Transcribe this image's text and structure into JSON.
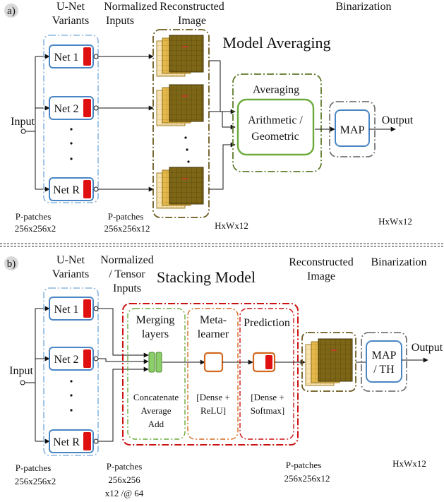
{
  "panel_a": {
    "label": "a)",
    "col_unet": [
      "U-Net",
      "Variants"
    ],
    "col_norm": [
      "Normalized",
      "Inputs"
    ],
    "col_recon": [
      "Reconstructed",
      "Image"
    ],
    "col_bin": "Binarization",
    "title": "Model Averaging",
    "input_label": "Input",
    "nets": [
      "Net 1",
      "Net 2",
      "Net R"
    ],
    "averaging_label": "Averaging",
    "method": [
      "Arithmetic /",
      "Geometric"
    ],
    "map_label": "MAP",
    "output_label": "Output",
    "ppatch_in": [
      "P-patches",
      "256x256x2"
    ],
    "ppatch_norm": [
      "P-patches",
      "256x256x12"
    ],
    "hwx_mid": "HxWx12",
    "hwx_right": "HxWx12"
  },
  "panel_b": {
    "label": "b)",
    "col_unet": [
      "U-Net",
      "Variants"
    ],
    "col_norm": [
      "Normalized",
      "/ Tensor",
      "Inputs"
    ],
    "title": "Stacking Model",
    "col_recon": [
      "Reconstructed",
      "Image"
    ],
    "col_bin": "Binarization",
    "input_label": "Input",
    "nets": [
      "Net 1",
      "Net 2",
      "Net R"
    ],
    "merging": [
      "Merging",
      "layers"
    ],
    "meta": [
      "Meta-",
      "learner"
    ],
    "prediction": "Prediction",
    "merge_ops": [
      "Concatenate",
      "Average",
      "Add"
    ],
    "meta_ops": [
      "[Dense +",
      "ReLU]"
    ],
    "pred_ops": [
      "[Dense +",
      "Softmax]"
    ],
    "map_label": [
      "MAP",
      "/ TH"
    ],
    "output_label": "Output",
    "ppatch_in": [
      "P-patches",
      "256x256x2"
    ],
    "ppatch_norm": [
      "P-patches",
      "256x256",
      "x12 /@ 64"
    ],
    "ppatch_recon": [
      "P-patches",
      "256x256x12"
    ],
    "hwx_right": "HxWx12"
  },
  "colors": {
    "net_border": "#4a86c5",
    "dashed_blue": "#8ab6dd",
    "red_block": "#e01010",
    "olive_dash": "#6b5a1e",
    "green": "#6aaa3a",
    "gray_dash": "#777777",
    "red_dash": "#cc1111",
    "orange": "#d2691e",
    "cube_dark": "#7a6412",
    "cube_light": "#f5dca0"
  }
}
